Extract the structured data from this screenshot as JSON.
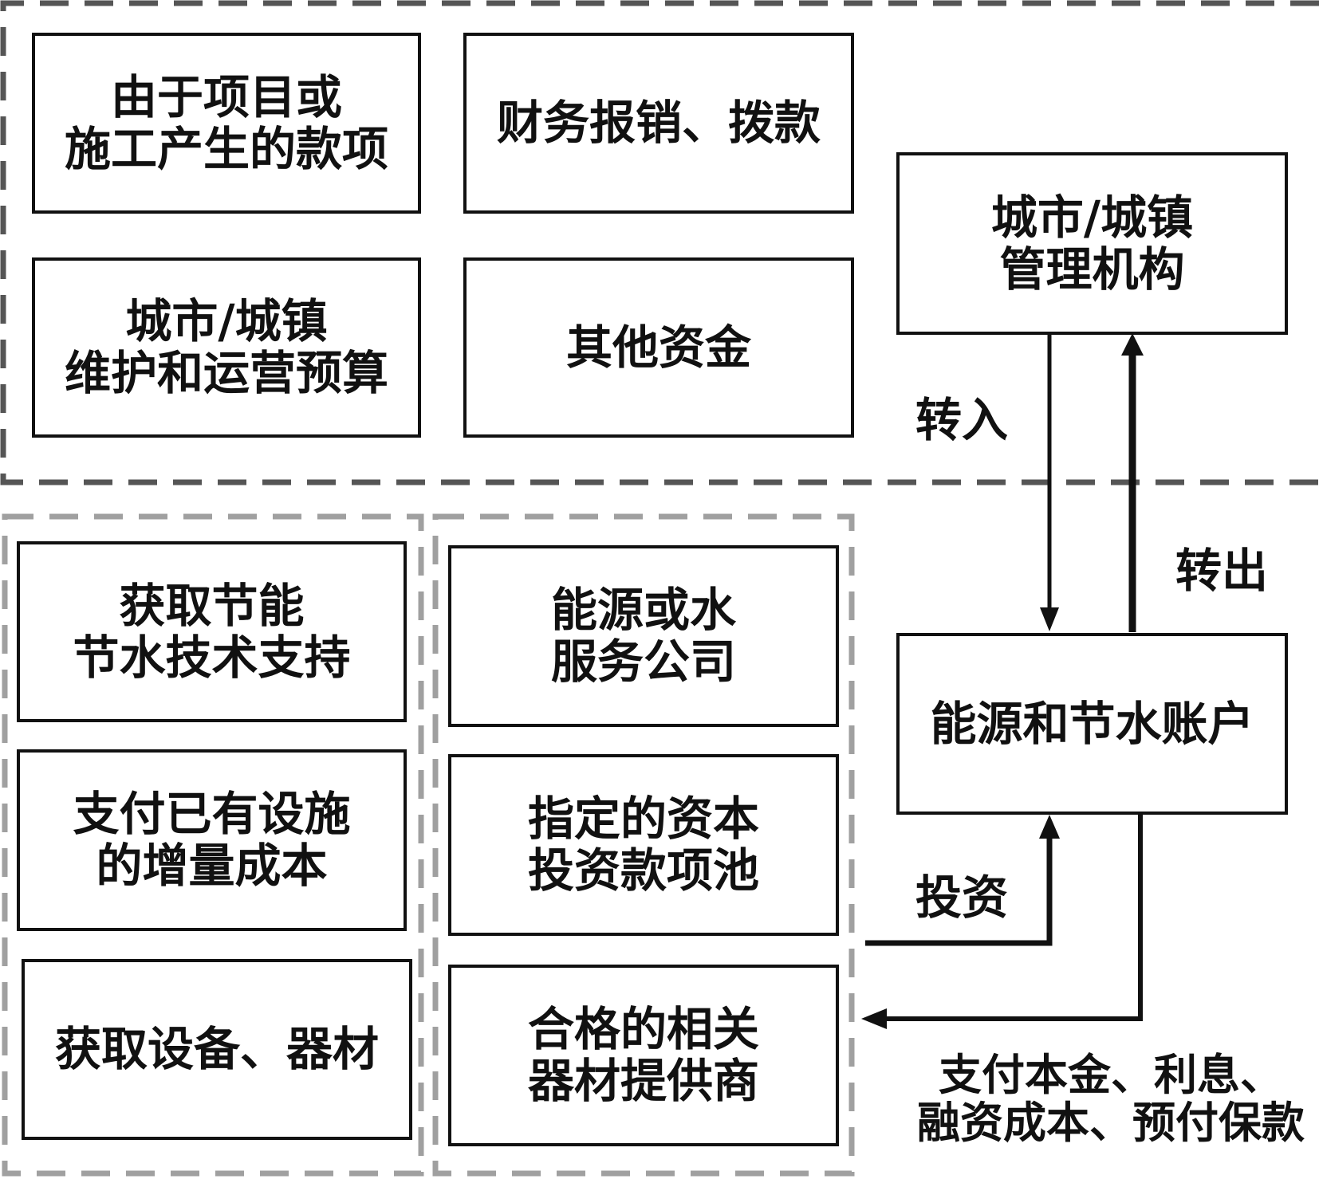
{
  "boxes": {
    "project_funds": "由于项目或\n施工产生的款项",
    "finance": "财务报销、拨款",
    "city_budget": "城市/城镇\n维护和运营预算",
    "other_funds": "其他资金",
    "city_admin": "城市/城镇\n管理机构",
    "tech_support": "获取节能\n节水技术支持",
    "energy_company": "能源或水\n服务公司",
    "account": "能源和节水账户",
    "incremental_cost": "支付已有设施\n的增量成本",
    "capital_pool": "指定的资本\n投资款项池",
    "equipment": "获取设备、器材",
    "suppliers": "合格的相关\n器材提供商"
  },
  "labels": {
    "transfer_in": "转入",
    "transfer_out": "转出",
    "invest": "投资",
    "payments": "支付本金、利息、\n融资成本、预付保款"
  },
  "colors": {
    "top_group_border": "#555555",
    "bottom_group_border": "#a0a0a0",
    "line": "#111111"
  }
}
